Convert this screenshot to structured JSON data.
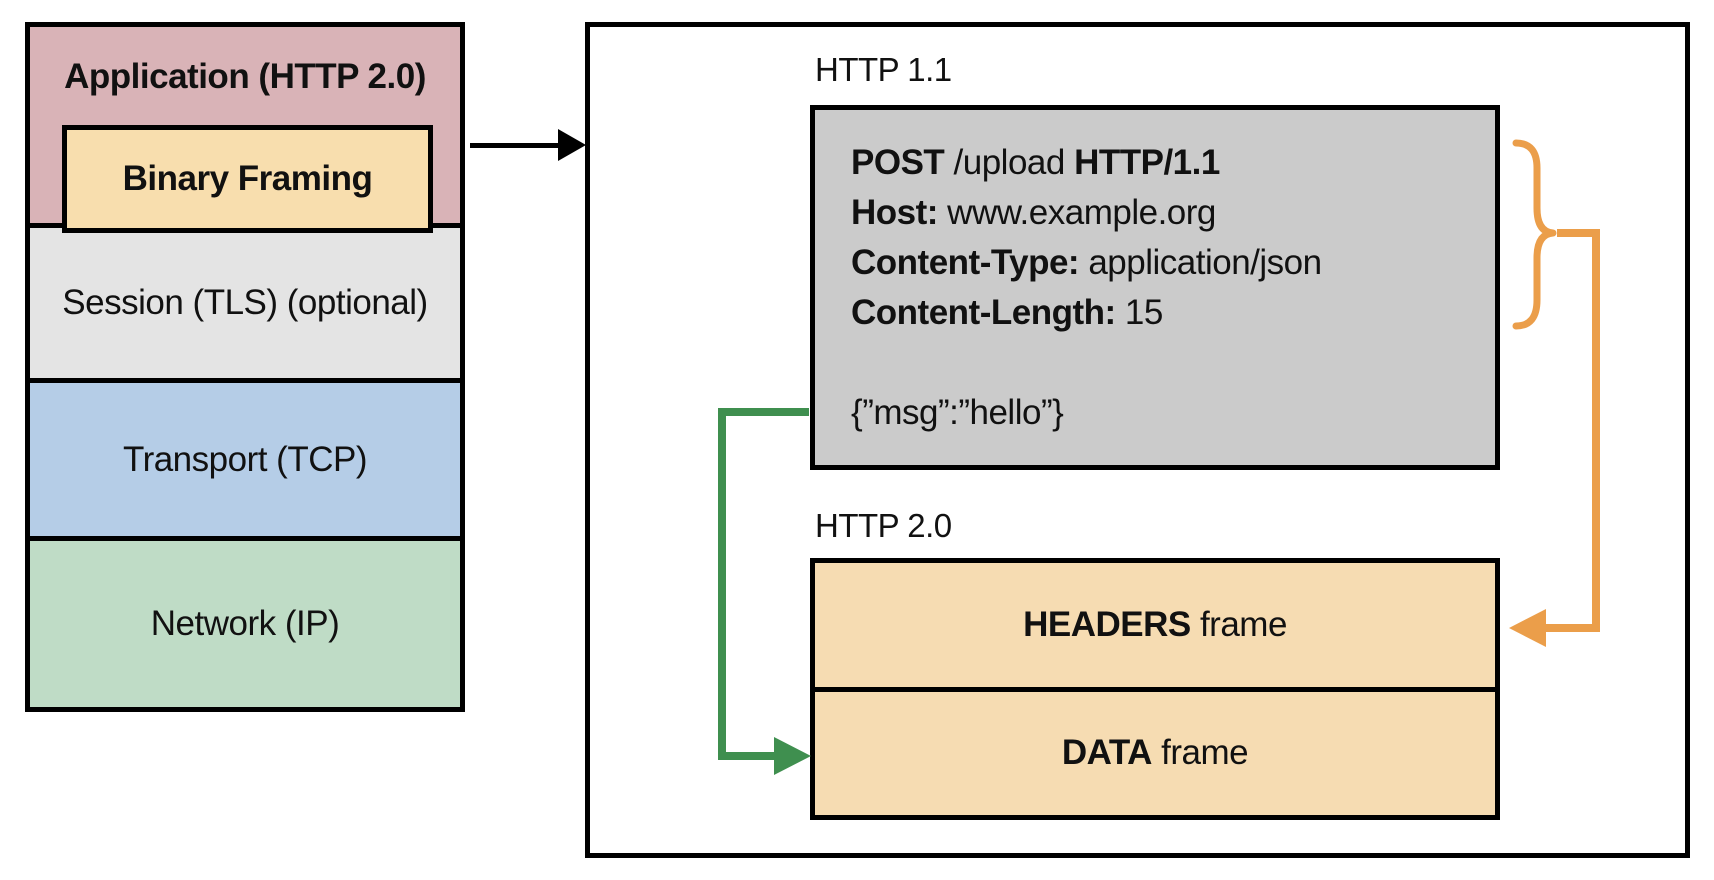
{
  "colors": {
    "application_bg": "#d9b3b7",
    "binary_framing_bg": "#f8deae",
    "session_bg": "#e4e4e4",
    "transport_bg": "#b5cde7",
    "network_bg": "#bfdcc6",
    "request_box_bg": "#cbcbcb",
    "frame_bg": "#f6dcb2",
    "box_border": "#000000",
    "orange_accent": "#eb9e4a",
    "green_accent": "#3f8f4f"
  },
  "stack": {
    "application_label": "Application (HTTP 2.0)",
    "binary_framing_label": "Binary Framing",
    "session_label": "Session (TLS) (optional)",
    "transport_label": "Transport (TCP)",
    "network_label": "Network (IP)"
  },
  "http11": {
    "section_label": "HTTP 1.1",
    "request_lines": [
      [
        {
          "text": "POST",
          "bold": true
        },
        {
          "text": " /upload ",
          "bold": false
        },
        {
          "text": "HTTP/1.1",
          "bold": true
        }
      ],
      [
        {
          "text": "Host:",
          "bold": true
        },
        {
          "text": " www.example.org",
          "bold": false
        }
      ],
      [
        {
          "text": "Content-Type:",
          "bold": true
        },
        {
          "text": " application/json",
          "bold": false
        }
      ],
      [
        {
          "text": "Content-Length:",
          "bold": true
        },
        {
          "text": " 15",
          "bold": false
        }
      ],
      [],
      [
        {
          "text": "{”msg”:”hello”}",
          "bold": false
        }
      ]
    ]
  },
  "http20": {
    "section_label": "HTTP 2.0",
    "frames": [
      [
        {
          "text": "HEADERS",
          "bold": true
        },
        {
          "text": " frame",
          "bold": false
        }
      ],
      [
        {
          "text": "DATA",
          "bold": true
        },
        {
          "text": " frame",
          "bold": false
        }
      ]
    ]
  }
}
